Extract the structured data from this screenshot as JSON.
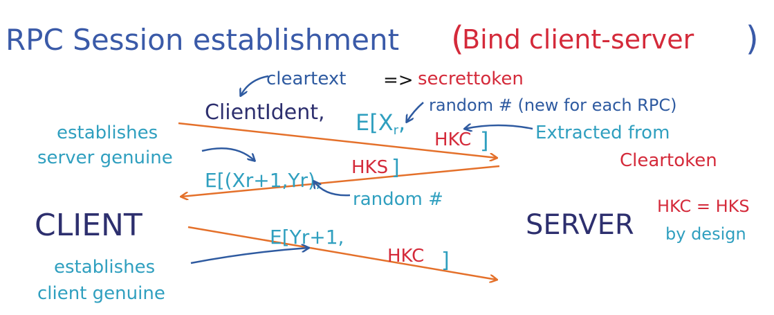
{
  "colors": {
    "title": "#3a5aa8",
    "red": "#d42a3a",
    "teal": "#2f9fbf",
    "navy": "#2d2f6e",
    "orange": "#e4702a",
    "annotation_blue": "#2e5aa0"
  },
  "title": {
    "main": "RPC Session establishment",
    "paren_open": "(",
    "paren_text": "Bind client-server",
    "paren_close": ")"
  },
  "labels": {
    "cleartext": "cleartext",
    "implies": "=>",
    "secrettoken": "secrettoken",
    "client_ident": "ClientIdent,",
    "msg1_e": "E[X",
    "msg1_sub": "r",
    "msg1_comma": ",",
    "msg1_hkc": "HKC",
    "msg1_close": "]",
    "random_new": "random # (new for each RPC)",
    "extracted_from": "Extracted from",
    "cleartoken": "Cleartoken",
    "establishes_server_1": "establishes",
    "establishes_server_2": "server genuine",
    "msg2_prefix": "E[(Xr+1,Yr),",
    "msg2_hks": "HKS",
    "msg2_close": "]",
    "random_hash": "random #",
    "client": "CLIENT",
    "server": "SERVER",
    "hkc_eq_hks": "HKC = HKS",
    "by_design": "by design",
    "msg3_prefix": "E[Yr+1,",
    "msg3_hkc": "HKC",
    "msg3_close": "]",
    "establishes_client_1": "establishes",
    "establishes_client_2": "client genuine"
  },
  "icons": {
    "message_arrows": "orange-arrow",
    "annotation_arrows": "curved-blue-arrow"
  }
}
